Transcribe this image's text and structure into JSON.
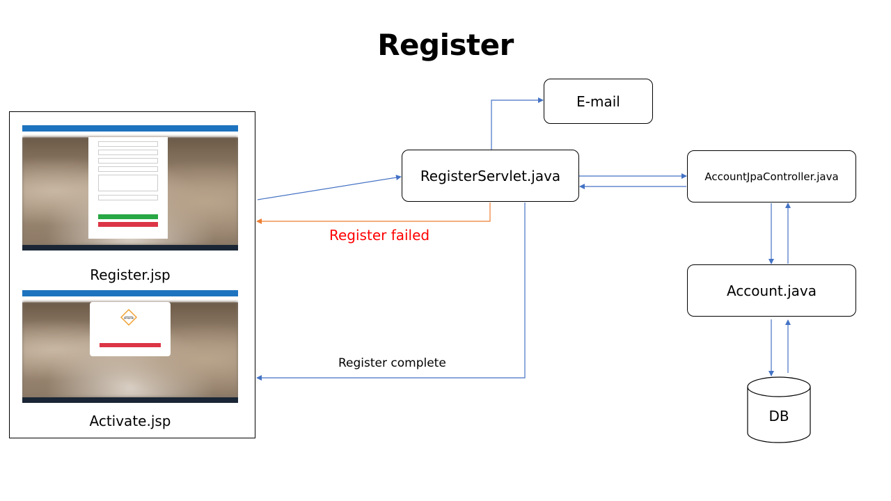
{
  "title": "Register",
  "boxes": {
    "email": "E-mail",
    "register_servlet": "RegisterServlet.java",
    "account_jpa_controller": "AccountJpaController.java",
    "account": "Account.java",
    "db": "DB"
  },
  "screenshots": {
    "register_caption": "Register.jsp",
    "activate_caption": "Activate.jsp"
  },
  "labels": {
    "register_failed": "Register failed",
    "register_complete": "Register complete"
  },
  "colors": {
    "arrow_blue": "#4472c4",
    "arrow_orange": "#ed7d31",
    "failed_text": "#ff0000"
  }
}
